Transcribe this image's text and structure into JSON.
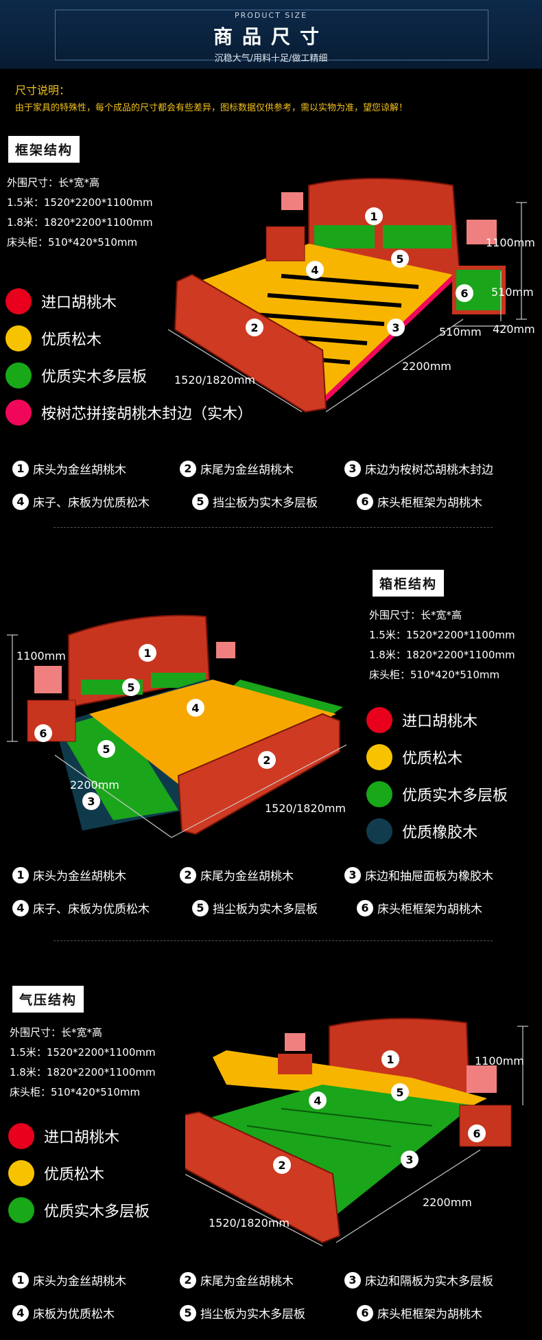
{
  "header": {
    "eyebrow": "PRODUCT SIZE",
    "title": "商品尺寸",
    "subtitle": "沉稳大气/用料十足/做工精细"
  },
  "notice": {
    "title": "尺寸说明：",
    "text": "由于家具的特殊性，每个成品的尺寸都会有些差异，图标数据仅供参考，需以实物为准，望您谅解！"
  },
  "colors": {
    "walnut": "#e8001c",
    "pine": "#f7c300",
    "plywood": "#18a818",
    "eucalyptus": "#f0075a",
    "rubber": "#113c4e",
    "note": "#f3c21a"
  },
  "sections": [
    {
      "tag": "框架结构",
      "specs": [
        "外围尺寸：长*宽*高",
        "1.5米：1520*2200*1100mm",
        "1.8米：1820*2200*1100mm",
        "床头柜：510*420*510mm"
      ],
      "legend": [
        {
          "color": "#e8001c",
          "label": "进口胡桃木"
        },
        {
          "color": "#f7c300",
          "label": "优质松木"
        },
        {
          "color": "#18a818",
          "label": "优质实木多层板"
        },
        {
          "color": "#f0075a",
          "label": "桉树芯拼接胡桃木封边（实木）"
        }
      ],
      "dims": {
        "h": "1100mm",
        "cab_h": "510mm",
        "cab_w": "510mm",
        "cab_d": "420mm",
        "len": "2200mm",
        "wid": "1520/1820mm"
      },
      "marks": [
        "1",
        "2",
        "3",
        "4",
        "5",
        "6"
      ],
      "notes": [
        {
          "n": "1",
          "t": "床头为金丝胡桃木"
        },
        {
          "n": "2",
          "t": "床尾为金丝胡桃木"
        },
        {
          "n": "3",
          "t": "床边为桉树芯胡桃木封边"
        },
        {
          "n": "4",
          "t": "床子、床板为优质松木"
        },
        {
          "n": "5",
          "t": "挡尘板为实木多层板"
        },
        {
          "n": "6",
          "t": "床头柜框架为胡桃木"
        }
      ]
    },
    {
      "tag": "箱柜结构",
      "specs": [
        "外围尺寸：长*宽*高",
        "1.5米：1520*2200*1100mm",
        "1.8米：1820*2200*1100mm",
        "床头柜：510*420*510mm"
      ],
      "legend": [
        {
          "color": "#e8001c",
          "label": "进口胡桃木"
        },
        {
          "color": "#f7c300",
          "label": "优质松木"
        },
        {
          "color": "#18a818",
          "label": "优质实木多层板"
        },
        {
          "color": "#113c4e",
          "label": "优质橡胶木"
        }
      ],
      "dims": {
        "h": "1100mm",
        "len": "2200mm",
        "wid": "1520/1820mm"
      },
      "marks": [
        "1",
        "2",
        "3",
        "4",
        "5",
        "5",
        "6"
      ],
      "notes": [
        {
          "n": "1",
          "t": "床头为金丝胡桃木"
        },
        {
          "n": "2",
          "t": "床尾为金丝胡桃木"
        },
        {
          "n": "3",
          "t": "床边和抽屉面板为橡胶木"
        },
        {
          "n": "4",
          "t": "床子、床板为优质松木"
        },
        {
          "n": "5",
          "t": "挡尘板为实木多层板"
        },
        {
          "n": "6",
          "t": "床头柜框架为胡桃木"
        }
      ]
    },
    {
      "tag": "气压结构",
      "specs": [
        "外围尺寸：长*宽*高",
        "1.5米：1520*2200*1100mm",
        "1.8米：1820*2200*1100mm",
        "床头柜：510*420*510mm"
      ],
      "legend": [
        {
          "color": "#e8001c",
          "label": "进口胡桃木"
        },
        {
          "color": "#f7c300",
          "label": "优质松木"
        },
        {
          "color": "#18a818",
          "label": "优质实木多层板"
        }
      ],
      "dims": {
        "h": "1100mm",
        "len": "2200mm",
        "wid": "1520/1820mm"
      },
      "marks": [
        "1",
        "2",
        "3",
        "4",
        "5",
        "6"
      ],
      "notes": [
        {
          "n": "1",
          "t": "床头为金丝胡桃木"
        },
        {
          "n": "2",
          "t": "床尾为金丝胡桃木"
        },
        {
          "n": "3",
          "t": "床边和隔板为实木多层板"
        },
        {
          "n": "4",
          "t": "床板为优质松木"
        },
        {
          "n": "5",
          "t": "挡尘板为实木多层板"
        },
        {
          "n": "6",
          "t": "床头柜框架为胡桃木"
        }
      ]
    }
  ]
}
